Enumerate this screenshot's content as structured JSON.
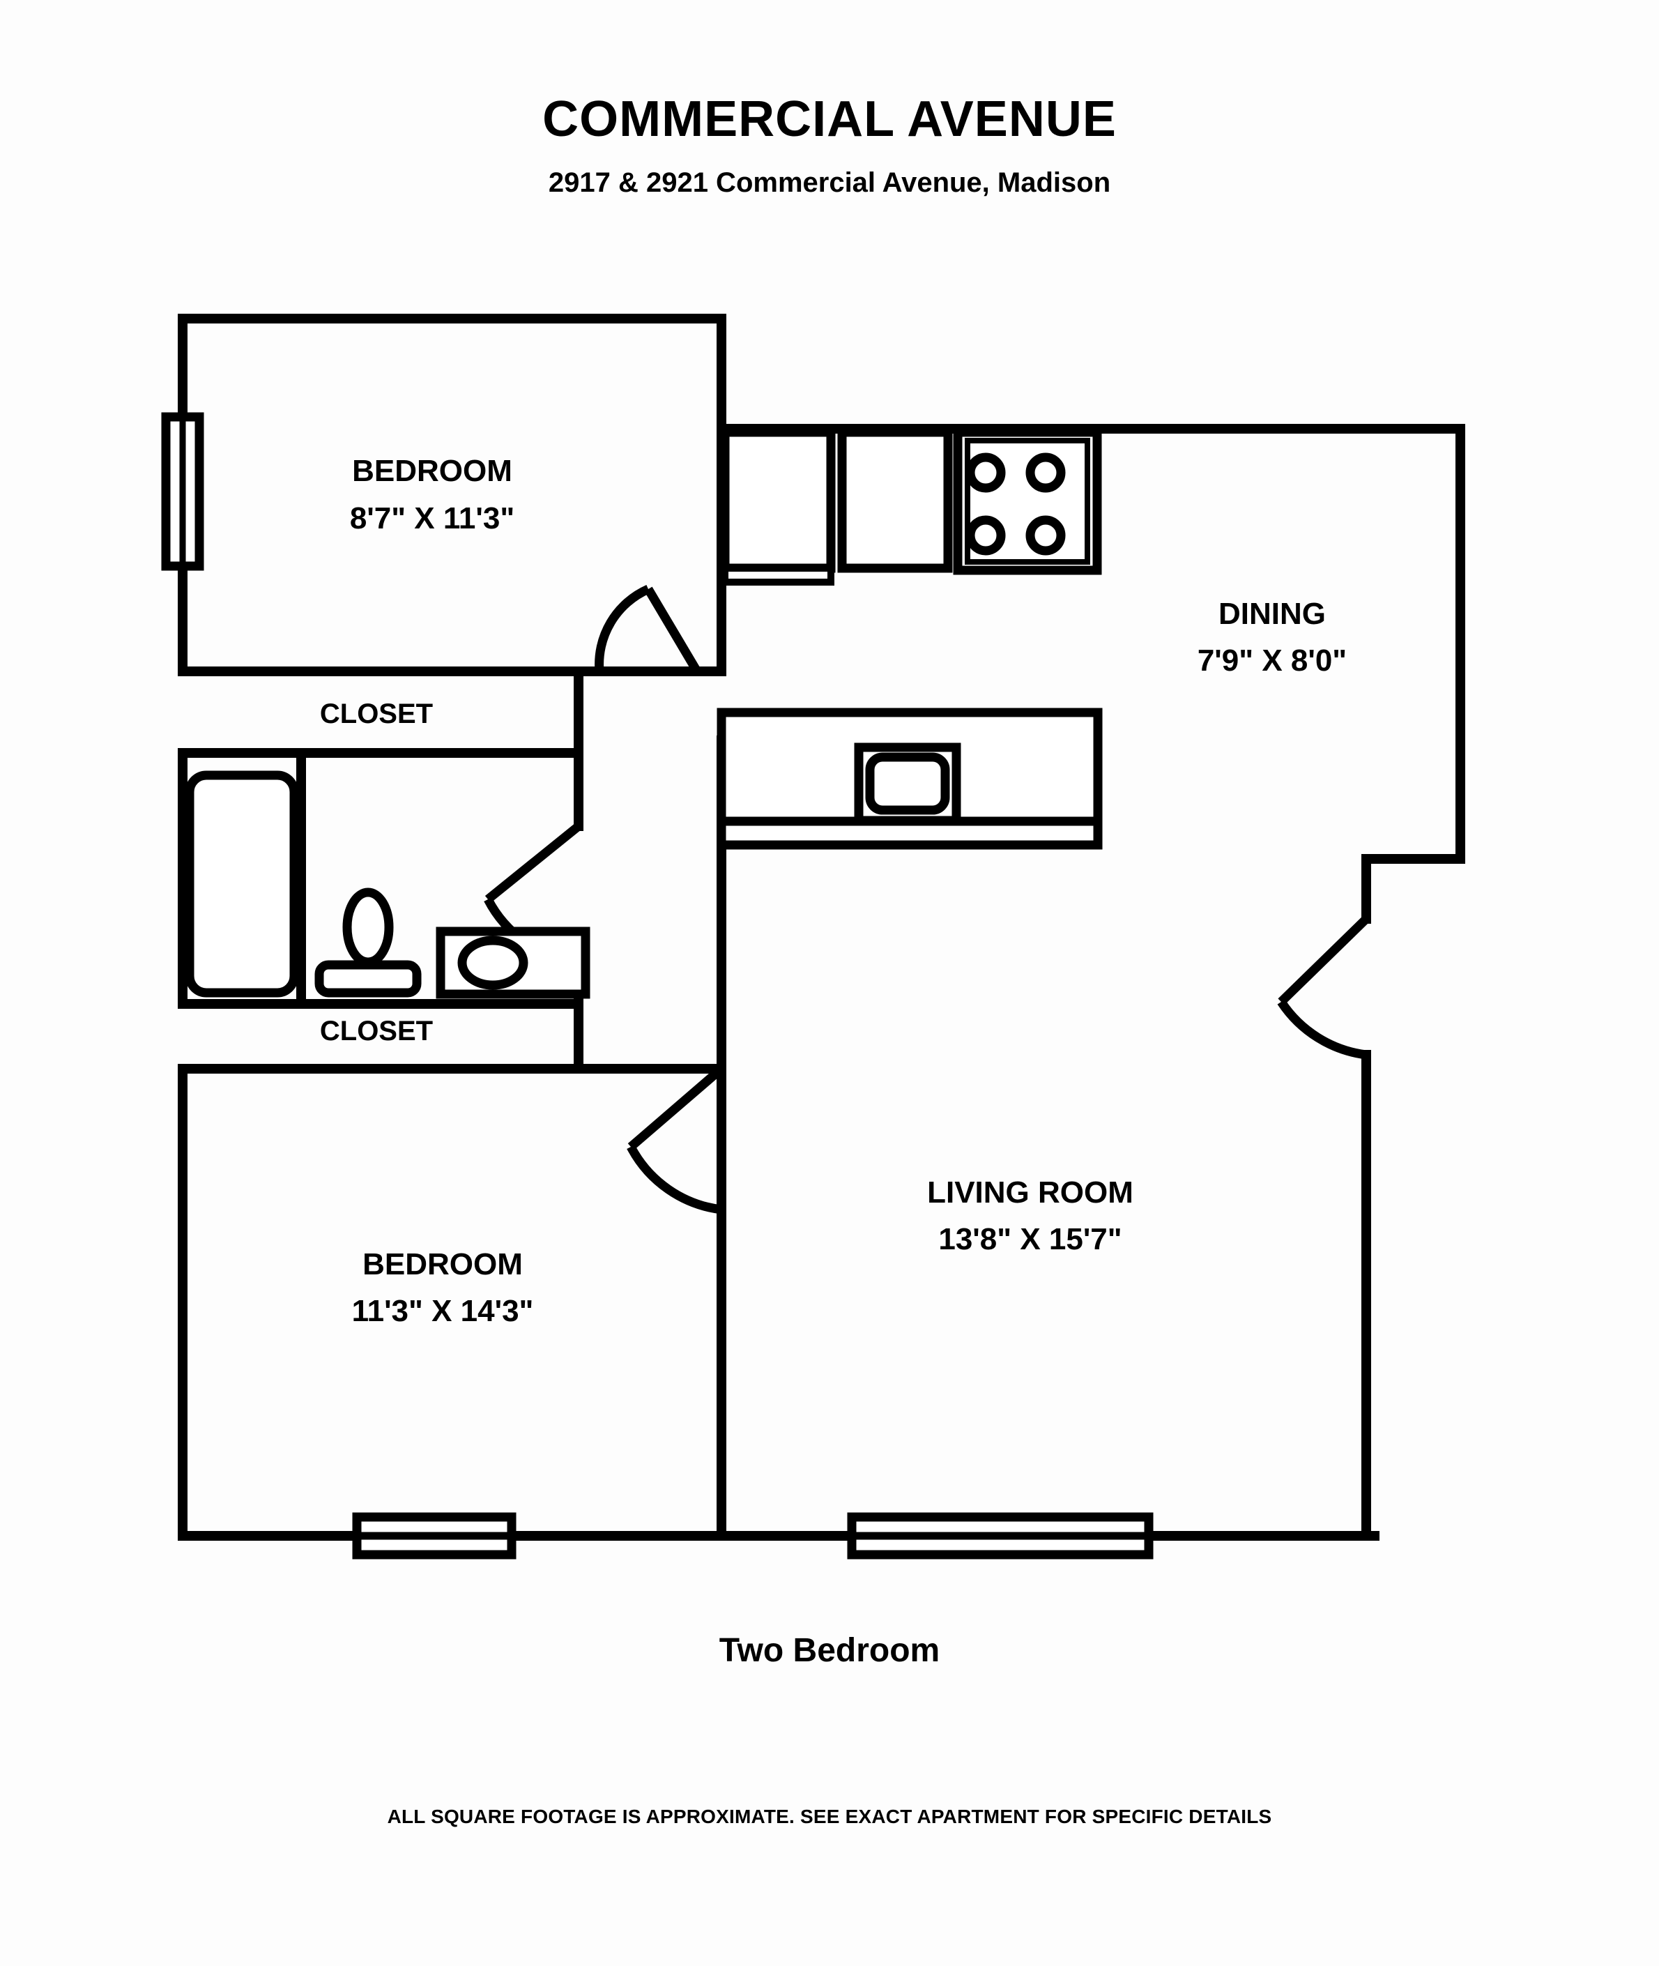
{
  "header": {
    "title": "COMMERCIAL AVENUE",
    "subtitle": "2917 & 2921 Commercial Avenue, Madison"
  },
  "footer": {
    "plan_label": "Two Bedroom",
    "disclaimer": "ALL SQUARE FOOTAGE IS APPROXIMATE. SEE EXACT APARTMENT FOR SPECIFIC DETAILS"
  },
  "floorplan": {
    "type": "apartment-floor-plan",
    "unit_type": "Two Bedroom",
    "rooms": [
      {
        "id": "bedroom-1",
        "name": "BEDROOM",
        "dimensions": "8'7\" X 11'3\"",
        "width_ft": 8.583,
        "length_ft": 11.25
      },
      {
        "id": "closet-1",
        "name": "CLOSET",
        "dimensions": ""
      },
      {
        "id": "closet-2",
        "name": "CLOSET",
        "dimensions": ""
      },
      {
        "id": "dining",
        "name": "DINING",
        "dimensions": "7'9\" X 8'0\"",
        "width_ft": 7.75,
        "length_ft": 8.0
      },
      {
        "id": "living-room",
        "name": "LIVING ROOM",
        "dimensions": "13'8\" X 15'7\"",
        "width_ft": 13.667,
        "length_ft": 15.583
      },
      {
        "id": "bedroom-2",
        "name": "BEDROOM",
        "dimensions": "11'3\" X 14'3\"",
        "width_ft": 11.25,
        "length_ft": 14.25
      }
    ],
    "fixtures": [
      "bathtub",
      "toilet",
      "vanity-sink",
      "kitchen-sink",
      "stove-range",
      "refrigerator",
      "upper-cabinet",
      "base-cabinet"
    ],
    "openings": {
      "windows": 3,
      "doors": 4
    },
    "colors": {
      "wall": "#000000",
      "background": "#ffffff"
    }
  }
}
